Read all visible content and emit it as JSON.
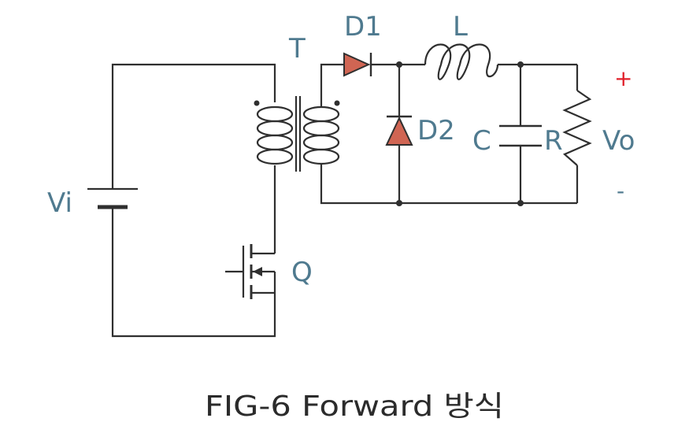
{
  "labels": {
    "transformer": "T",
    "diode1": "D1",
    "inductor": "L",
    "diode2": "D2",
    "capacitor": "C",
    "resistor": "R",
    "output_voltage": "Vo",
    "input_voltage": "Vi",
    "switch": "Q",
    "plus": "+",
    "minus": "-"
  },
  "caption": "FIG-6  Forward 방식",
  "colors": {
    "wire": "#2f2f2f",
    "label": "#4f7a8f",
    "diode_fill": "#d06553",
    "plus_sign": "#e0202a"
  }
}
